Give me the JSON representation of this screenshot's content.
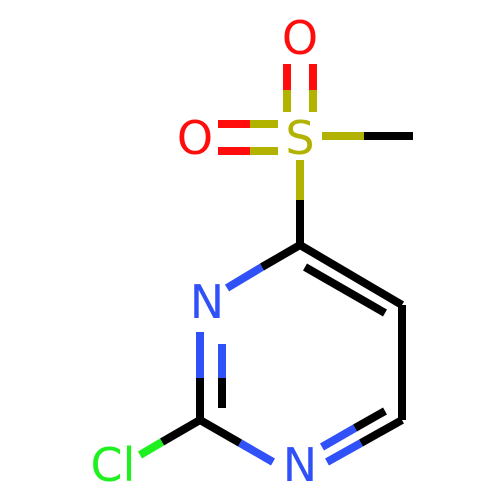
{
  "molecule": {
    "atoms": {
      "O1": {
        "label": "O",
        "color": "#ff0d0d"
      },
      "O2": {
        "label": "O",
        "color": "#ff0d0d"
      },
      "S": {
        "label": "S",
        "color": "#b2b200"
      },
      "N1": {
        "label": "N",
        "color": "#3050f8"
      },
      "N2": {
        "label": "N",
        "color": "#3050f8"
      },
      "Cl": {
        "label": "Cl",
        "color": "#1ff01f"
      }
    },
    "bond_color": "#000000"
  }
}
